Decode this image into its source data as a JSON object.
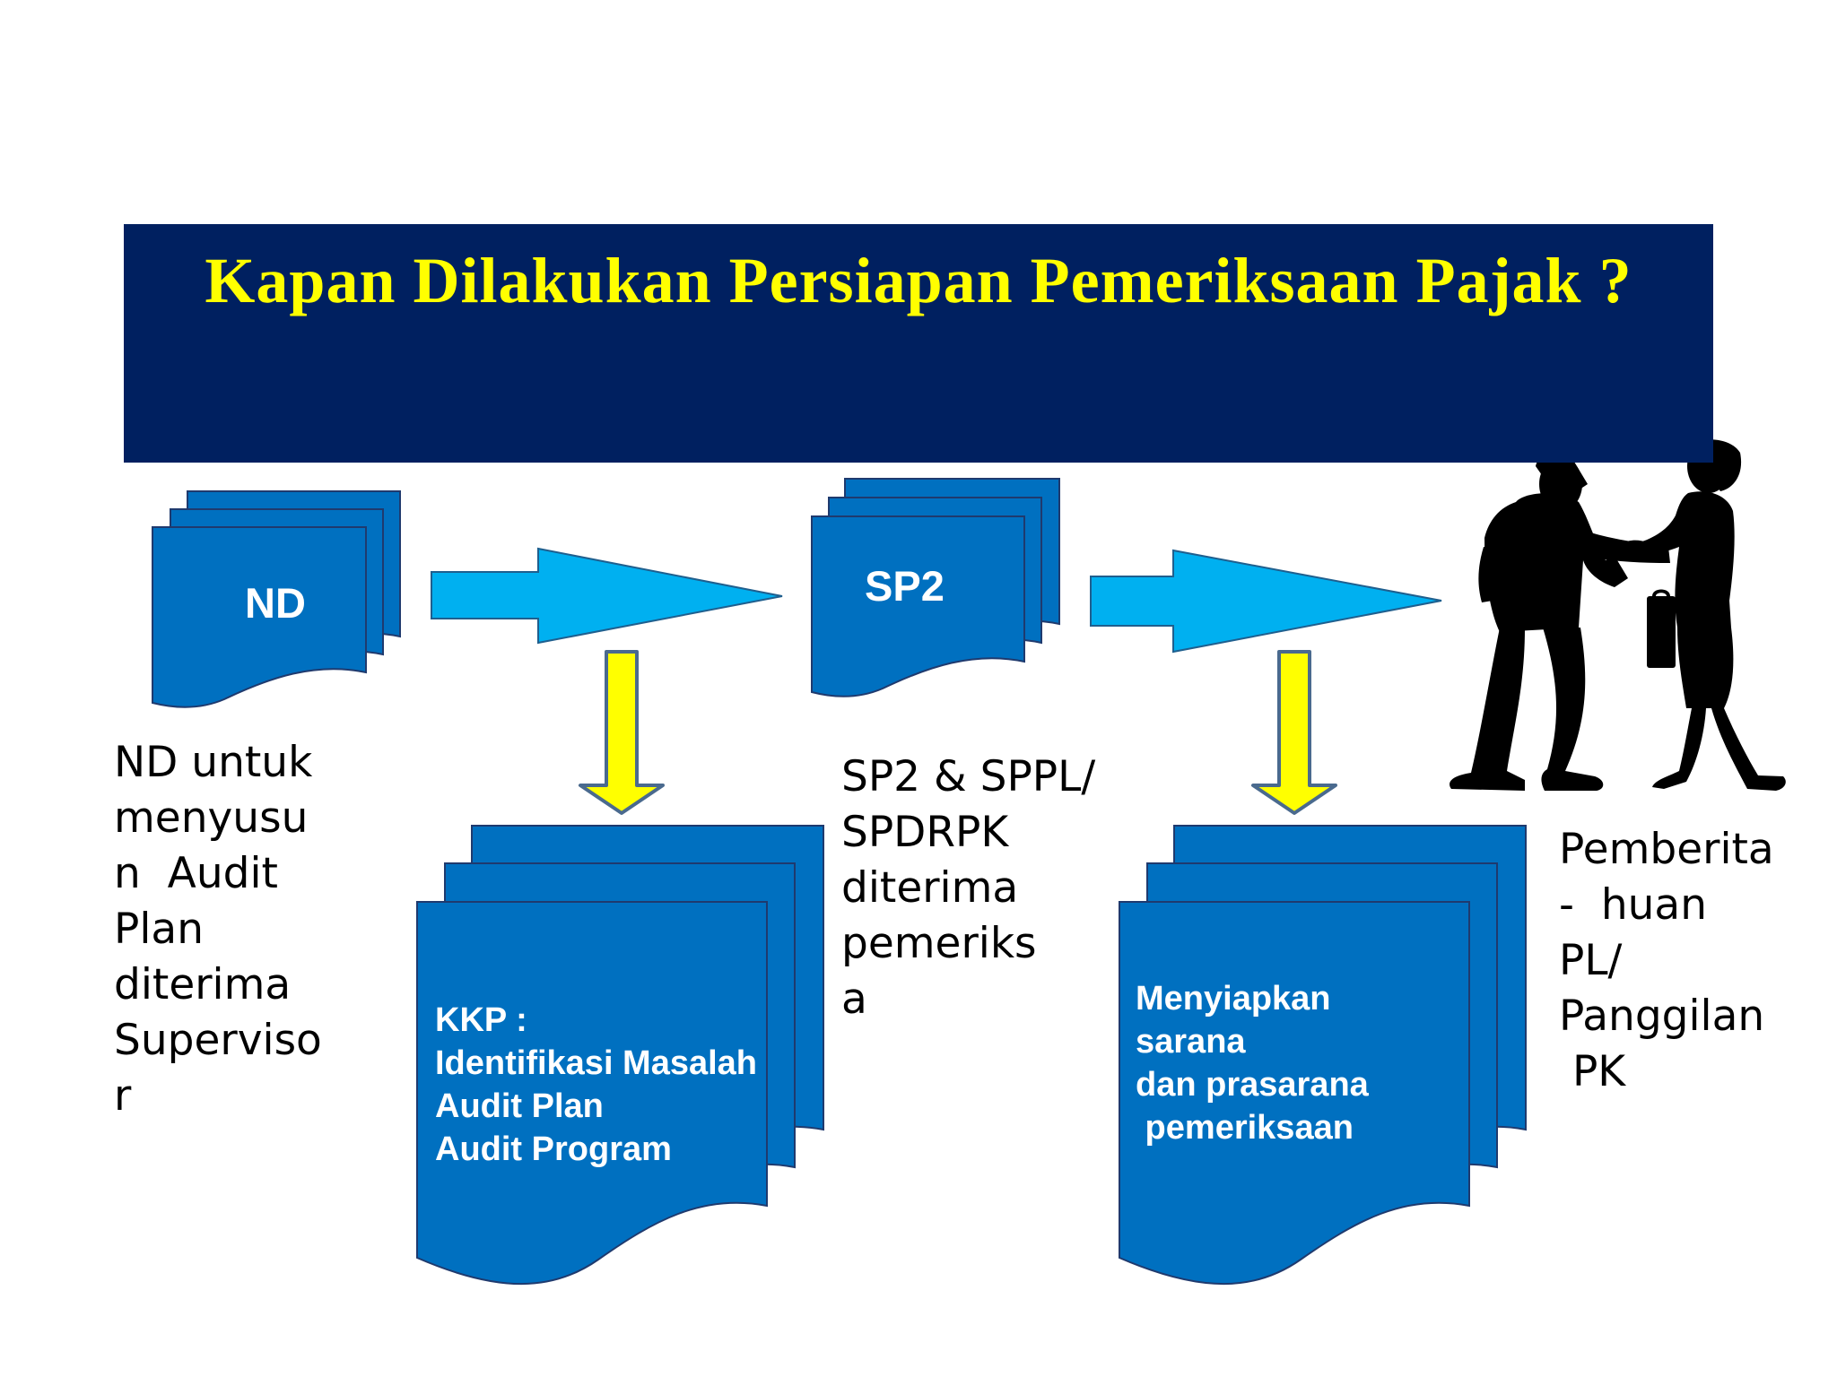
{
  "title": "Kapan Dilakukan Persiapan Pemeriksaan Pajak ?",
  "colors": {
    "title_bg": "#002060",
    "title_text": "#ffff00",
    "document_fill": "#0070c0",
    "horizontal_arrow_fill": "#00b0f0",
    "vertical_arrow_fill": "#ffff00"
  },
  "documents": {
    "nd": {
      "label": "ND"
    },
    "sp2": {
      "label": "SP2"
    },
    "kkp": {
      "label": "KKP :\nIdentifikasi Masalah\nAudit Plan\nAudit Program"
    },
    "prep": {
      "label": "Menyiapkan\nsarana\ndan prasarana\n pemeriksaan"
    }
  },
  "captions": {
    "nd": "ND untuk\nmenyusu\nn  Audit\nPlan\nditerima\nSuperviso\nr",
    "sp2": "SP2 & SPPL/\nSPDRPK\nditerima\npemeriks\na",
    "notice": "Pemberita\n-  huan\nPL/\nPanggilan\n PK"
  },
  "illustration": "handshake-silhouette"
}
